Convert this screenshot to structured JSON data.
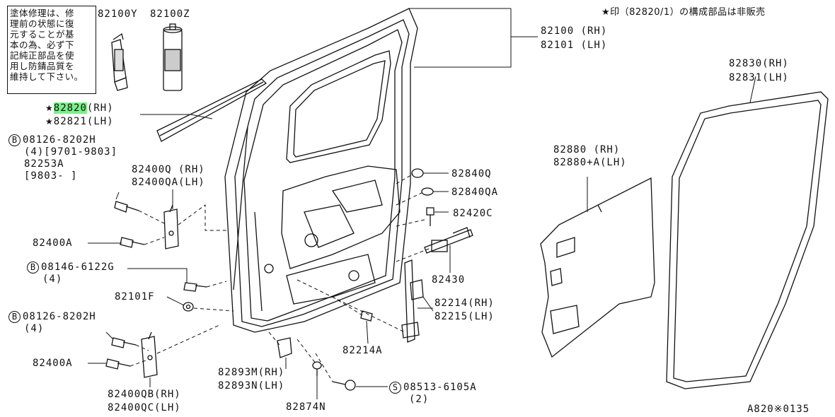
{
  "note": {
    "lines": [
      "塗体修理は、修",
      "理前の状態に復",
      "元することが基",
      "本の為、必ず下",
      "記純正部品を使",
      "用し防錆品質を",
      "維持して下さい。"
    ]
  },
  "header_note": "★印（82820/1）の構成部品は非販売",
  "products": {
    "tube": "82100Y",
    "can": "82100Z"
  },
  "door": {
    "rh": "82100 (RH)",
    "lh": "82101 (LH)"
  },
  "seal": {
    "rh": "82830(RH)",
    "lh": "82831(LH)"
  },
  "moulding": {
    "star1": "★",
    "rh_code": "82820",
    "rh_suffix": "(RH)",
    "star2": "★",
    "lh": "82821(LH)"
  },
  "bolt1": {
    "symbol": "B",
    "code": "08126-8202H",
    "qty": "(4)[9701-9803]",
    "part": "82253A",
    "range": "[9803-    ]"
  },
  "hinge_upper": {
    "rh": "82400Q (RH)",
    "lh": "82400QA(LH)"
  },
  "bolt_a1": "82400A",
  "bolt2": {
    "symbol": "B",
    "code": "08146-6122G",
    "qty": "(4)"
  },
  "washer": "82101F",
  "bolt3": {
    "symbol": "B",
    "code": "08126-8202H",
    "qty": "(4)"
  },
  "bolt_a2": "82400A",
  "hinge_lower": {
    "rh": "82400QB(RH)",
    "lh": "82400QC(LH)"
  },
  "plug_upper": "82840Q",
  "plug_lower": "82840QA",
  "pin": "82420C",
  "check_link": "82430",
  "trim": {
    "rh": "82880  (RH)",
    "lh": "82880+A(LH)"
  },
  "striker": {
    "rh": "82214(RH)",
    "lh": "82215(LH)"
  },
  "striker_bolt": "82214A",
  "bracket": {
    "rh": "82893M(RH)",
    "lh": "82893N(LH)"
  },
  "clip": "82874N",
  "screw": {
    "symbol": "S",
    "code": "08513-6105A",
    "qty": "(2)"
  },
  "figure_id": "A820※0135",
  "colors": {
    "line": "#111111",
    "highlight": "#7cf08a",
    "background": "#ffffff"
  }
}
